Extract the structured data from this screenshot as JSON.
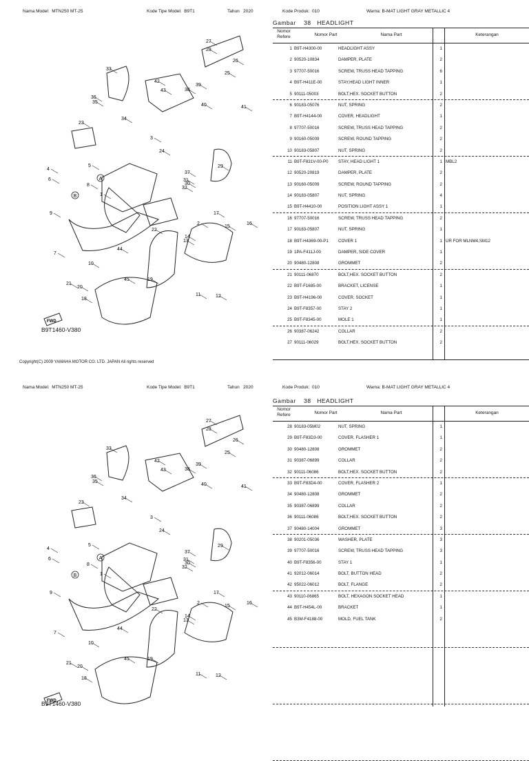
{
  "pages": [
    {
      "header": {
        "nama_model_label": "Nama Model:",
        "nama_model": "MTN250 MT-25",
        "kode_tipe_label": "Kode Tipe Model:",
        "kode_tipe": "B9T1",
        "tahun_label": "Tahun",
        "tahun": "2020",
        "kode_produk_label": "Kode Produk:",
        "kode_produk": "010",
        "warna_label": "Warna:",
        "warna": "B-MAT LIGHT GRAY METALLIC 4"
      },
      "gambar_label": "Gambar",
      "gambar_no": "38",
      "gambar_title": "HEADLIGHT",
      "columns": {
        "no": "Nomor Refere",
        "part": "Nomor Part",
        "name": "Nama Part",
        "ket": "Keterangan"
      },
      "figure_id": "B9T1460-V380",
      "fwd_label": "FWD",
      "copyright": "Copyright(C) 2009 YAMAHA MOTOR CO. LTD. JAPAN All rights reserved",
      "rows": [
        {
          "no": "1",
          "part": "B9T-H4300-00",
          "name": "HEADLIGHT ASSY",
          "qty": "1",
          "ket": ""
        },
        {
          "no": "2",
          "part": "90520-10834",
          "name": "DAMPER, PLATE",
          "qty": "2",
          "ket": ""
        },
        {
          "no": "3",
          "part": "97707-50016",
          "name": "SCREW, TRUSS HEAD TAPPING",
          "qty": "6",
          "ket": ""
        },
        {
          "no": "4",
          "part": "B9T-H411E-00",
          "name": "STAY,HEAD LIGHT INNER",
          "qty": "1",
          "ket": ""
        },
        {
          "no": "5",
          "part": "90111-05003",
          "name": "BOLT,HEX. SOCKET BUTTON",
          "qty": "2",
          "ket": ""
        },
        {
          "no": "6",
          "part": "90183-05076",
          "name": "NUT, SPRING",
          "qty": "2",
          "ket": ""
        },
        {
          "no": "7",
          "part": "B9T-H4144-00",
          "name": "COVER, HEADLIGHT",
          "qty": "1",
          "ket": ""
        },
        {
          "no": "8",
          "part": "97707-50016",
          "name": "SCREW, TRUSS HEAD TAPPING",
          "qty": "2",
          "ket": ""
        },
        {
          "no": "9",
          "part": "90160-05009",
          "name": "SCREW, ROUND TAPPING",
          "qty": "2",
          "ket": ""
        },
        {
          "no": "10",
          "part": "90183-05807",
          "name": "NUT, SPRING",
          "qty": "2",
          "ket": ""
        },
        {
          "no": "11",
          "part": "B9T-F831V-00-P0",
          "name": "STAY, HEAD LIGHT 1",
          "qty": "1",
          "ket": "MBL2"
        },
        {
          "no": "12",
          "part": "90520-20819",
          "name": "DAMPER, PLATE",
          "qty": "2",
          "ket": ""
        },
        {
          "no": "13",
          "part": "90160-05009",
          "name": "SCREW, ROUND TAPPING",
          "qty": "2",
          "ket": ""
        },
        {
          "no": "14",
          "part": "90183-05807",
          "name": "NUT, SPRING",
          "qty": "4",
          "ket": ""
        },
        {
          "no": "15",
          "part": "B9T-H4410-00",
          "name": "POSITION LIGHT ASSY 1",
          "qty": "1",
          "ket": ""
        },
        {
          "no": "16",
          "part": "97707-50016",
          "name": "SCREW, TRUSS HEAD TAPPING",
          "qty": "2",
          "ket": ""
        },
        {
          "no": "17",
          "part": "90183-05807",
          "name": "NUT, SPRING",
          "qty": "1",
          "ket": ""
        },
        {
          "no": "18",
          "part": "B9T-H4369-00-P1",
          "name": "COVER 1",
          "qty": "1",
          "ket": "UR FOR MLNM4,SM12"
        },
        {
          "no": "19",
          "part": "1PA-F411J-00",
          "name": "DAMPER, SIDE COVER",
          "qty": "1",
          "ket": ""
        },
        {
          "no": "20",
          "part": "90480-12808",
          "name": "GROMMET",
          "qty": "2",
          "ket": ""
        },
        {
          "no": "21",
          "part": "90111-06870",
          "name": "BOLT,HEX. SOCKET BUTTON",
          "qty": "2",
          "ket": ""
        },
        {
          "no": "22",
          "part": "B9T-F1685-00",
          "name": "BRACKET, LICENSE",
          "qty": "1",
          "ket": ""
        },
        {
          "no": "23",
          "part": "B9T-H4196-00",
          "name": "COVER, SOCKET",
          "qty": "1",
          "ket": ""
        },
        {
          "no": "24",
          "part": "B9T-F8357-00",
          "name": "STAY 2",
          "qty": "1",
          "ket": ""
        },
        {
          "no": "25",
          "part": "B9T-F8345-00",
          "name": "MOLE 1",
          "qty": "1",
          "ket": ""
        },
        {
          "no": "26",
          "part": "90387-06242",
          "name": "COLLAR",
          "qty": "2",
          "ket": ""
        },
        {
          "no": "27",
          "part": "90111-06029",
          "name": "BOLT,HEX. SOCKET BUTTON",
          "qty": "2",
          "ket": ""
        }
      ]
    },
    {
      "header": {
        "nama_model_label": "Nama Model:",
        "nama_model": "MTN250 MT-25",
        "kode_tipe_label": "Kode Tipe Model:",
        "kode_tipe": "B9T1",
        "tahun_label": "Tahun",
        "tahun": "2020",
        "kode_produk_label": "Kode Produk:",
        "kode_produk": "010",
        "warna_label": "Warna:",
        "warna": "B-MAT LIGHT GRAY METALLIC 4"
      },
      "gambar_label": "Gambar",
      "gambar_no": "38",
      "gambar_title": "HEADLIGHT",
      "columns": {
        "no": "Nomor Refere",
        "part": "Nomor Part",
        "name": "Nama Part",
        "ket": "Keterangan"
      },
      "figure_id": "B9T1460-V380",
      "fwd_label": "FWD",
      "copyright": "",
      "rows": [
        {
          "no": "28",
          "part": "90183-05M02",
          "name": "NUT, SPRING",
          "qty": "1",
          "ket": ""
        },
        {
          "no": "29",
          "part": "B9T-F83D3-00",
          "name": "COVER, FLASHER 1",
          "qty": "1",
          "ket": ""
        },
        {
          "no": "30",
          "part": "90480-12808",
          "name": "GROMMET",
          "qty": "2",
          "ket": ""
        },
        {
          "no": "31",
          "part": "90387-06899",
          "name": "COLLAR",
          "qty": "2",
          "ket": ""
        },
        {
          "no": "32",
          "part": "90111-06086",
          "name": "BOLT,HEX. SOCKET BUTTON",
          "qty": "2",
          "ket": ""
        },
        {
          "no": "33",
          "part": "B9T-F83D4-00",
          "name": "COVER, FLASHER 2",
          "qty": "1",
          "ket": ""
        },
        {
          "no": "34",
          "part": "90480-12808",
          "name": "GROMMET",
          "qty": "2",
          "ket": ""
        },
        {
          "no": "35",
          "part": "90387-06899",
          "name": "COLLAR",
          "qty": "2",
          "ket": ""
        },
        {
          "no": "36",
          "part": "90111-06086",
          "name": "BOLT,HEX. SOCKET BUTTON",
          "qty": "2",
          "ket": ""
        },
        {
          "no": "37",
          "part": "90480-14004",
          "name": "GROMMET",
          "qty": "3",
          "ket": ""
        },
        {
          "no": "38",
          "part": "90201-05036",
          "name": "WASHER, PLATE",
          "qty": "3",
          "ket": ""
        },
        {
          "no": "39",
          "part": "97707-50016",
          "name": "SCREW, TRUSS HEAD TAPPING",
          "qty": "3",
          "ket": ""
        },
        {
          "no": "40",
          "part": "B9T-F8356-00",
          "name": "STAY 1",
          "qty": "1",
          "ket": ""
        },
        {
          "no": "41",
          "part": "92012-06014",
          "name": "BOLT, BUTTON HEAD",
          "qty": "2",
          "ket": ""
        },
        {
          "no": "42",
          "part": "95022-06012",
          "name": "BOLT, FLANGE",
          "qty": "2",
          "ket": ""
        },
        {
          "no": "43",
          "part": "90110-06865",
          "name": "BOLT, HEXAGON SOCKET HEAD",
          "qty": "1",
          "ket": ""
        },
        {
          "no": "44",
          "part": "B9T-H454L-00",
          "name": "BRACKET",
          "qty": "1",
          "ket": ""
        },
        {
          "no": "45",
          "part": "B3M-F4188-00",
          "name": "MOLD, FUEL TANK",
          "qty": "2",
          "ket": ""
        }
      ]
    }
  ],
  "callouts": [
    "1",
    "2",
    "3",
    "4",
    "5",
    "6",
    "7",
    "8",
    "9",
    "10",
    "11",
    "12",
    "13",
    "14",
    "15",
    "16",
    "17",
    "18",
    "19",
    "20",
    "21",
    "22",
    "23",
    "24",
    "25",
    "26",
    "27",
    "28",
    "29",
    "30",
    "31",
    "32",
    "33",
    "34",
    "35",
    "36",
    "37",
    "38",
    "39",
    "40",
    "41",
    "42",
    "43",
    "44",
    "45",
    "A",
    "B"
  ]
}
